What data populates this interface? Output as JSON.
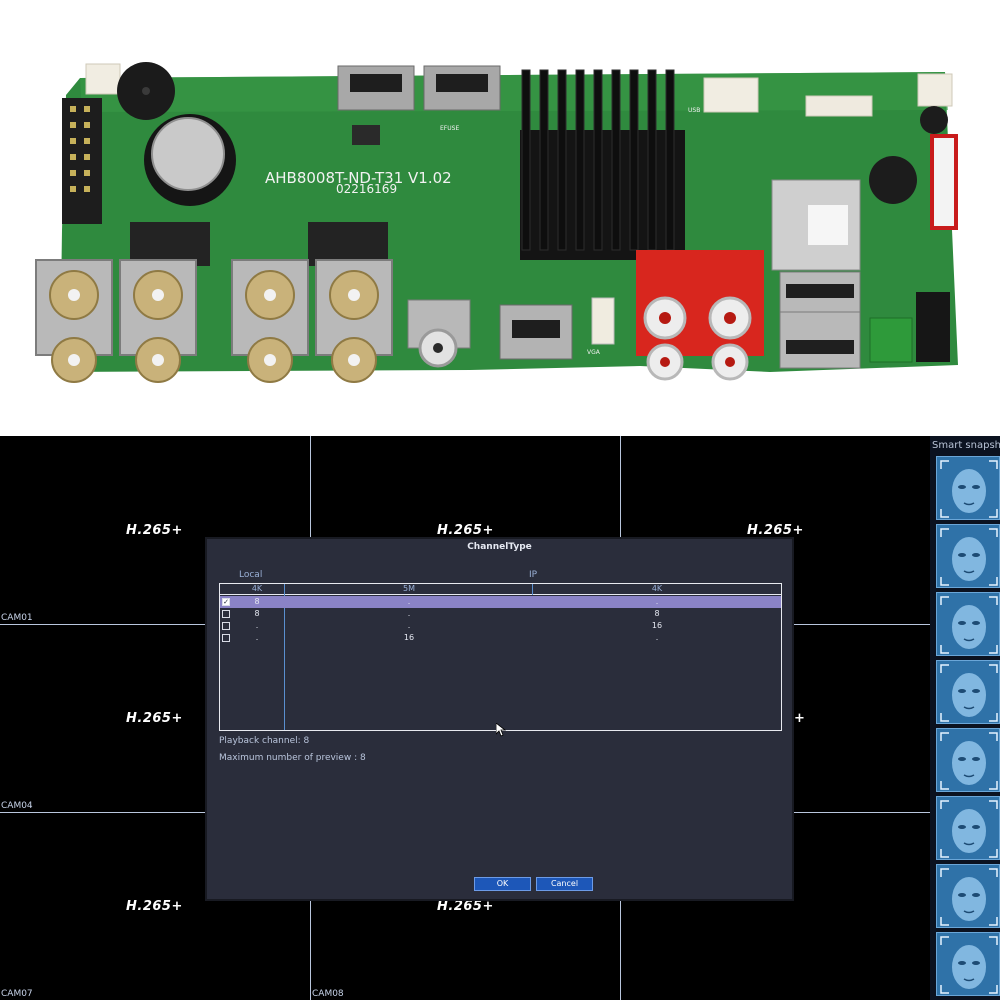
{
  "board": {
    "model_text": "AHB8008T-ND-T31  V1.02",
    "serial_text": "02216169",
    "silk_labels": [
      "EFUSE",
      "VGA",
      "USB"
    ]
  },
  "dvr": {
    "codec_label": "H.265+",
    "cameras": [
      "CAM01",
      "CAM04",
      "CAM07",
      "CAM08"
    ],
    "snapshot_title": "Smart snapsho",
    "colors": {
      "selected_row": "#8a83c6",
      "button": "#1d57b8",
      "dialog_bg": "#2a2d3b"
    }
  },
  "dialog": {
    "title": "ChannelType",
    "groups": {
      "local": "Local",
      "ip": "IP"
    },
    "columns": [
      "4K",
      "5M",
      "4K"
    ],
    "rows": [
      {
        "checked": true,
        "local_4k": "8",
        "ip_5m": ".",
        "ip_4k": "."
      },
      {
        "checked": false,
        "local_4k": "8",
        "ip_5m": ".",
        "ip_4k": "8"
      },
      {
        "checked": false,
        "local_4k": ".",
        "ip_5m": ".",
        "ip_4k": "16"
      },
      {
        "checked": false,
        "local_4k": ".",
        "ip_5m": "16",
        "ip_4k": "."
      }
    ],
    "playback": "Playback channel: 8",
    "max_preview": "Maximum number of preview   : 8",
    "ok_label": "OK",
    "cancel_label": "Cancel"
  }
}
